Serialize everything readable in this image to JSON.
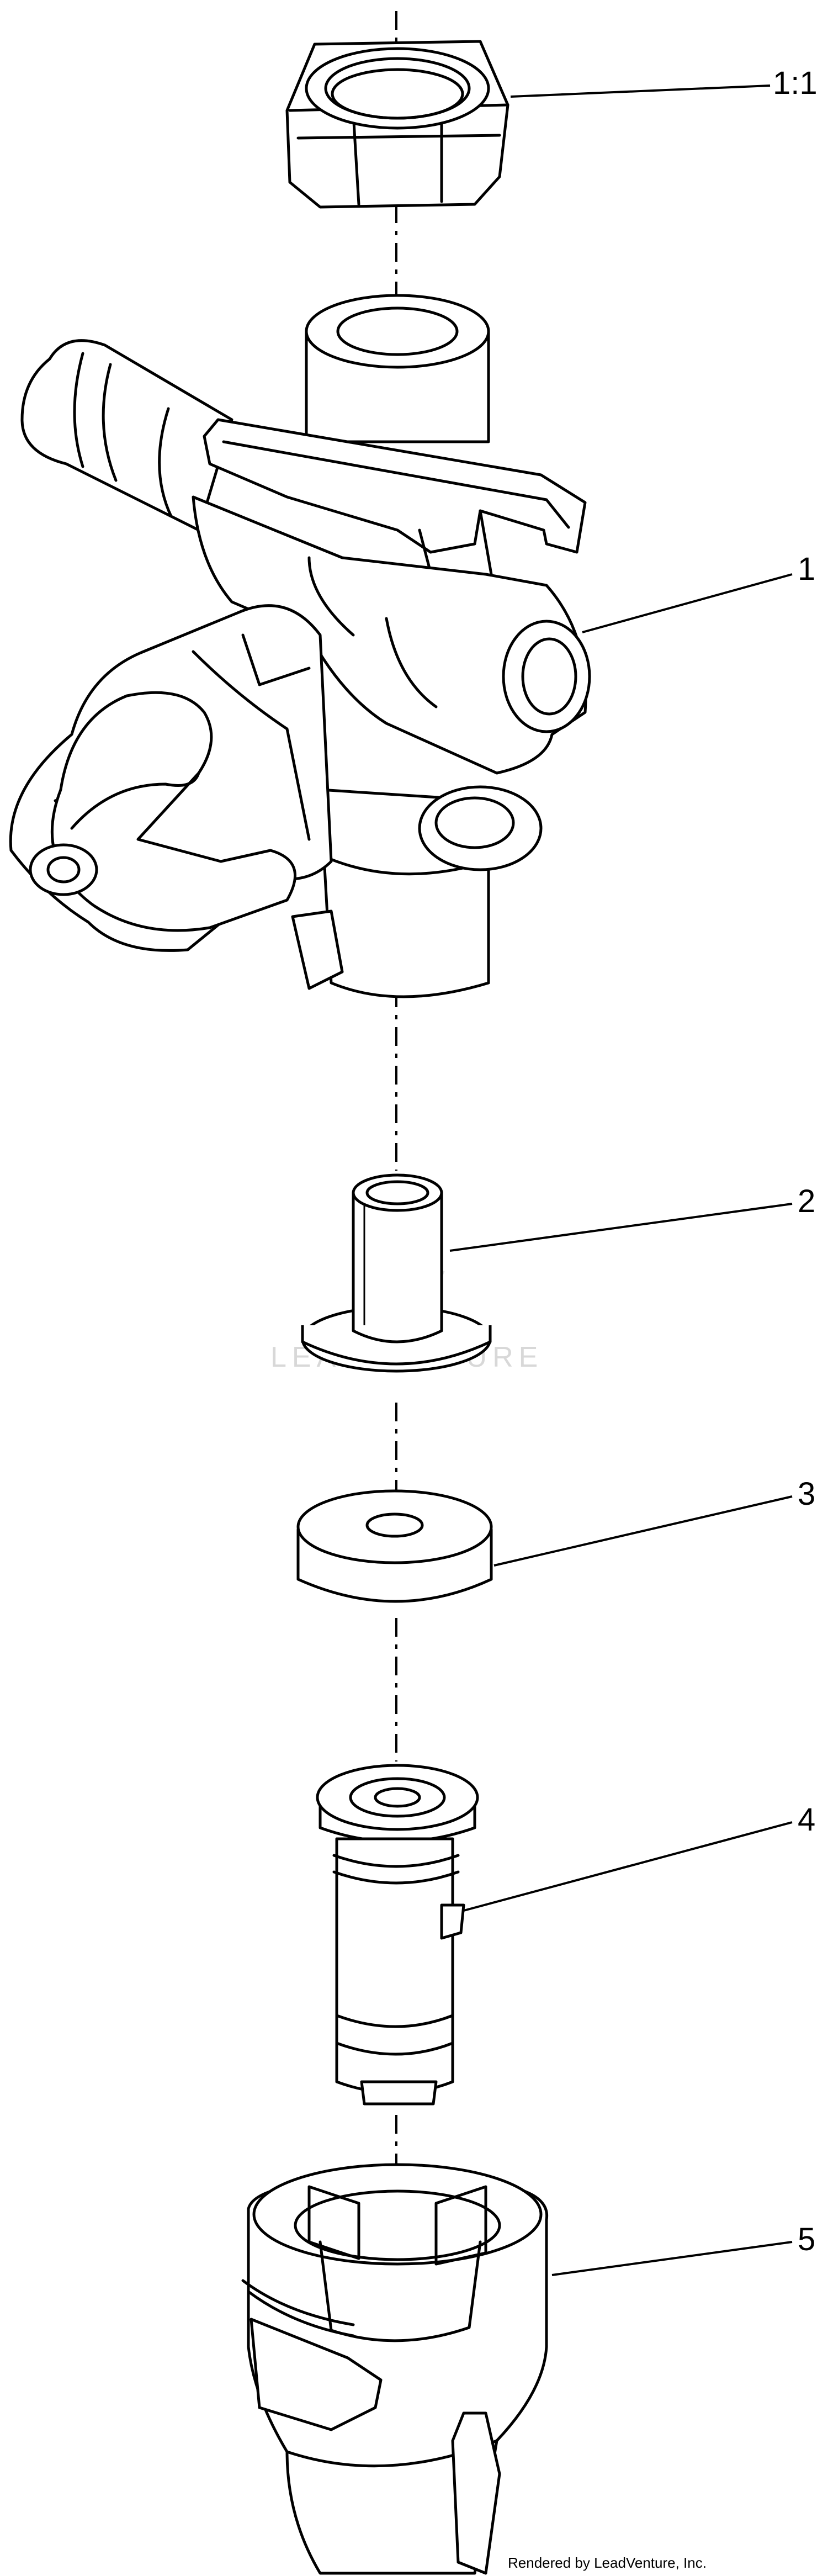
{
  "callouts": [
    {
      "id": "1:1",
      "label": "1:1"
    },
    {
      "id": "1",
      "label": "1"
    },
    {
      "id": "2",
      "label": "2"
    },
    {
      "id": "3",
      "label": "3"
    },
    {
      "id": "4",
      "label": "4"
    },
    {
      "id": "5",
      "label": "5"
    }
  ],
  "watermark": "LEADVENTURE",
  "credit": "Rendered by LeadVenture, Inc."
}
